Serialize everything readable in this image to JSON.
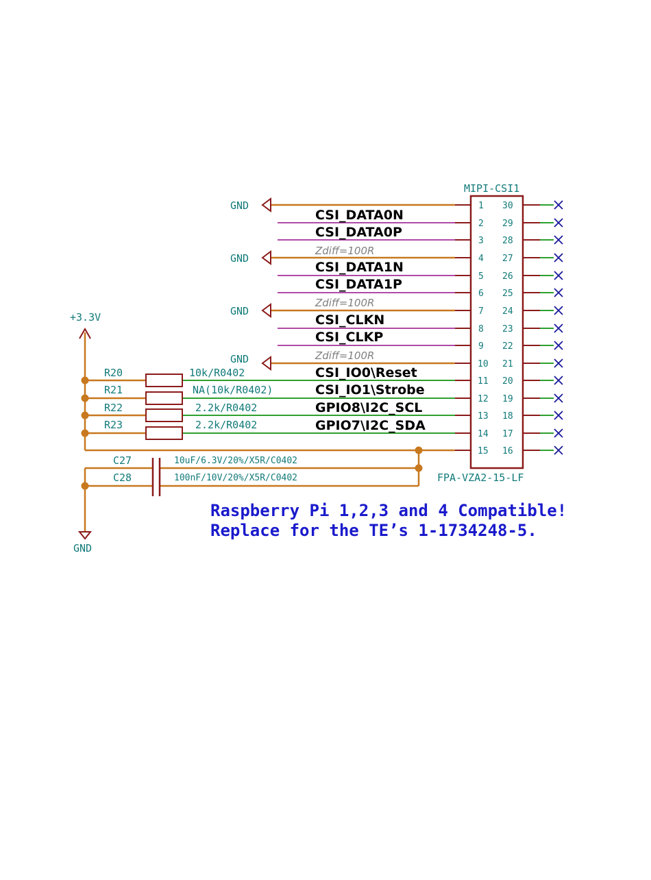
{
  "connector": {
    "reference": "MIPI-CSI1",
    "part_value": "FPA-VZA2-15-LF",
    "left_pins": [
      "1",
      "2",
      "3",
      "4",
      "5",
      "6",
      "7",
      "8",
      "9",
      "10",
      "11",
      "12",
      "13",
      "14",
      "15"
    ],
    "right_pins": [
      "30",
      "29",
      "28",
      "27",
      "26",
      "25",
      "24",
      "23",
      "22",
      "21",
      "20",
      "19",
      "18",
      "17",
      "16"
    ]
  },
  "nets": {
    "csi_data0n": "CSI_DATA0N",
    "csi_data0p": "CSI_DATA0P",
    "csi_data1n": "CSI_DATA1N",
    "csi_data1p": "CSI_DATA1P",
    "csi_clkn": "CSI_CLKN",
    "csi_clkp": "CSI_CLKP",
    "csi_io0": "CSI_IO0\\Reset",
    "csi_io1": "CSI_IO1\\Strobe",
    "gpio8": "GPIO8\\I2C_SCL",
    "gpio7": "GPIO7\\I2C_SDA"
  },
  "zdiff": [
    "Zdiff=100R",
    "Zdiff=100R",
    "Zdiff=100R"
  ],
  "power": {
    "gnd": "GND",
    "vcc": "+3.3V"
  },
  "resistors": [
    {
      "ref": "R20",
      "value": "10k/R0402"
    },
    {
      "ref": "R21",
      "value": "NA(10k/R0402)"
    },
    {
      "ref": "R22",
      "value": "2.2k/R0402"
    },
    {
      "ref": "R23",
      "value": "2.2k/R0402"
    }
  ],
  "capacitors": [
    {
      "ref": "C27",
      "value": "10uF/6.3V/20%/X5R/C0402"
    },
    {
      "ref": "C28",
      "value": "100nF/10V/20%/X5R/C0402"
    }
  ],
  "note": {
    "line1": "Raspberry Pi 1,2,3 and 4 Compatible!",
    "line2": "Replace for the TE’s 1-1734248-5."
  },
  "colors": {
    "power_wire": "#c8781e",
    "signal_wire": "#2ea02e",
    "diff_pair_wire": "#b04aa8",
    "component_outline": "#8b1a1a",
    "label_teal": "#127a7a",
    "no_connect": "#1a1a99",
    "note_text": "#1a1acc"
  }
}
